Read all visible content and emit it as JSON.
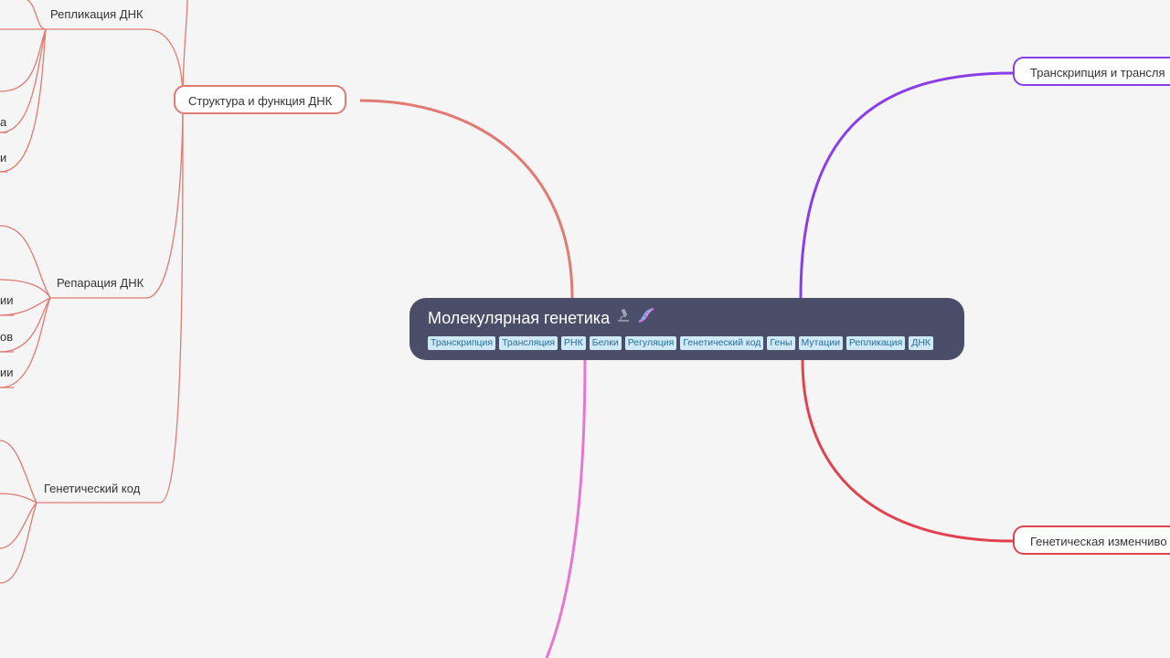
{
  "root": {
    "title": "Молекулярная генетика",
    "tags": [
      "Транскрипция",
      "Трансляция",
      "РНК",
      "Белки",
      "Регуляция",
      "Генетический код",
      "Гены",
      "Мутации",
      "Репликация",
      "ДНК"
    ]
  },
  "left_branch": {
    "label": "Структура и функция ДНК",
    "sub": {
      "replication": "Репликация ДНК",
      "repair": "Репарация ДНК",
      "code": "Генетический код"
    },
    "leaf_fragments": [
      "а",
      "и",
      "ии",
      "ов",
      "ии"
    ]
  },
  "right_branches": {
    "top": "Транскрипция и трансля",
    "bottom": "Генетическая изменчиво"
  },
  "colors": {
    "left": "#e07a72",
    "top_right": "#8a3ee8",
    "bottom_right": "#e0434f",
    "bottom": "#e676d3",
    "root_bg": "#4a4e69"
  }
}
